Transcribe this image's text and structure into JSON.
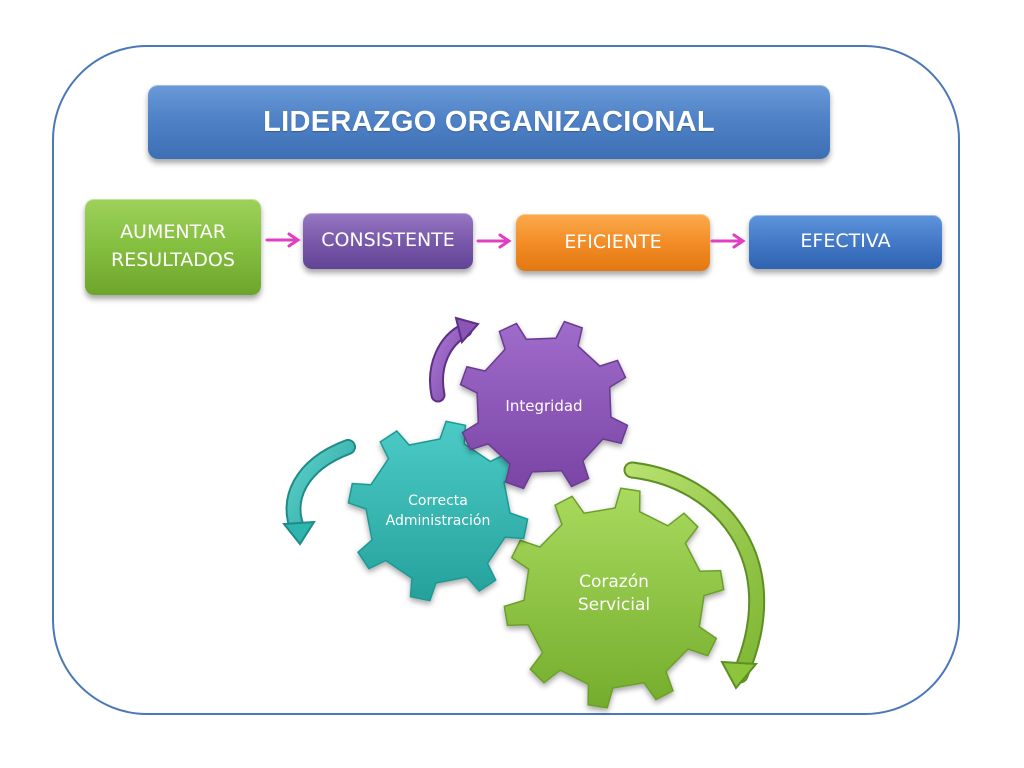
{
  "title": "LIDERAZGO ORGANIZACIONAL",
  "steps": [
    {
      "label": "AUMENTAR\nRESULTADOS",
      "color": "#84bf3f"
    },
    {
      "label": "CONSISTENTE",
      "color": "#7a59ab"
    },
    {
      "label": "EFICIENTE",
      "color": "#f38d27"
    },
    {
      "label": "EFECTIVA",
      "color": "#4379c7"
    }
  ],
  "connector_color": "#e040c0",
  "gears": [
    {
      "label_lines": [
        "Integridad"
      ],
      "color": "#8a55b5"
    },
    {
      "label_lines": [
        "Correcta",
        "Administración"
      ],
      "color": "#2fb5b0"
    },
    {
      "label_lines": [
        "Corazón",
        "Servicial"
      ],
      "color": "#8cc43c"
    }
  ]
}
